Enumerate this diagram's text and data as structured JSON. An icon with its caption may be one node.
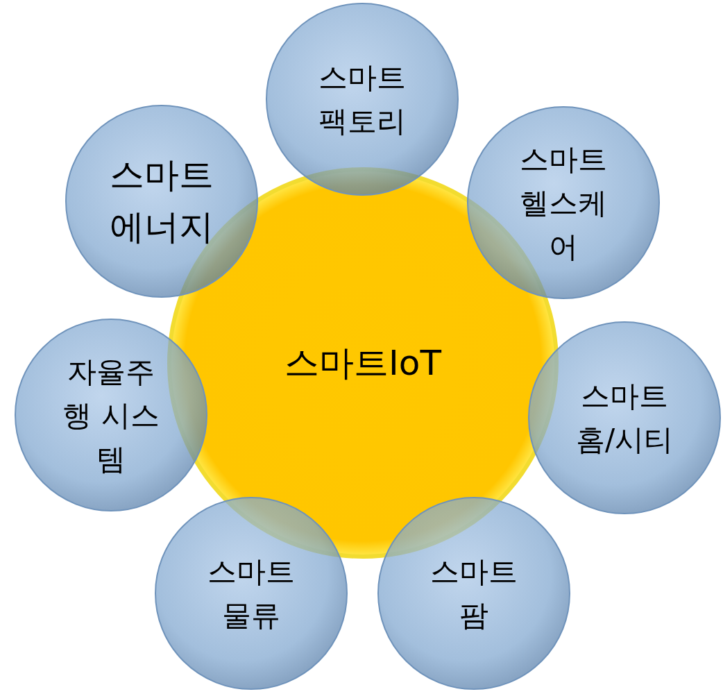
{
  "diagram": {
    "nodes": [
      {
        "text": [
          "스마트IoT"
        ]
      },
      {
        "text": [
          "스마트 팩토리"
        ]
      },
      {
        "text": [
          "스마트 헬스케어"
        ]
      },
      {
        "text": [
          "스마트 홈/시티"
        ]
      },
      {
        "text": [
          "스마트 팜"
        ]
      },
      {
        "text": [
          "스마트 물류"
        ]
      },
      {
        "text": [
          "자율주행 시스템"
        ]
      },
      {
        "text": [
          "스마트 에너지"
        ]
      }
    ]
  }
}
